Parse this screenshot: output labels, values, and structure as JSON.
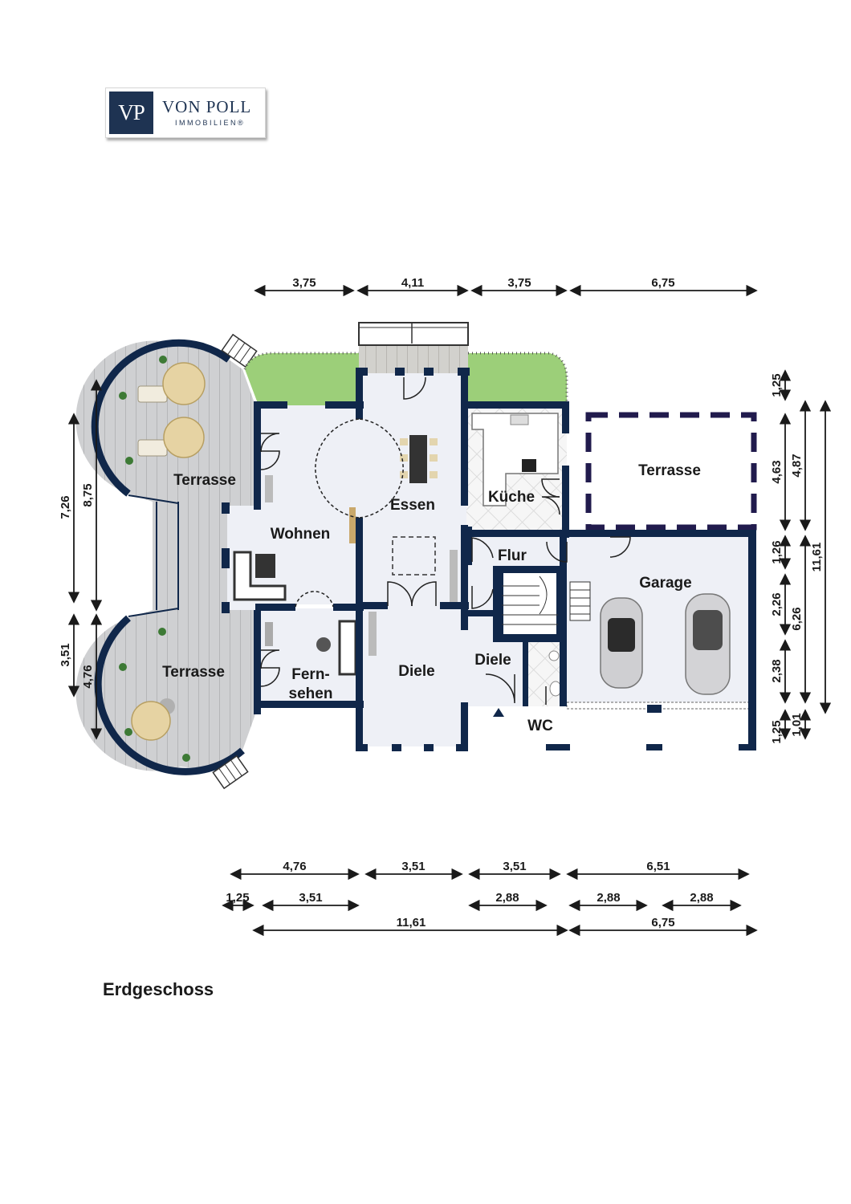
{
  "logo": {
    "mark": "VP",
    "name": "VON POLL",
    "sub": "IMMOBILIEN®"
  },
  "floor_title": "Erdgeschoss",
  "rooms": {
    "terrasse_left_top": "Terrasse",
    "terrasse_left_bottom": "Terrasse",
    "terrasse_right": "Terrasse",
    "wohnen": "Wohnen",
    "essen": "Essen",
    "kueche": "Küche",
    "flur": "Flur",
    "garage": "Garage",
    "fernsehen_1": "Fern-",
    "fernsehen_2": "sehen",
    "diele_main": "Diele",
    "diele_small": "Diele",
    "wc": "WC"
  },
  "dimensions": {
    "top": [
      "3,75",
      "4,11",
      "3,75",
      "6,75"
    ],
    "left_outer": [
      "8,75",
      "4,76"
    ],
    "left_inner": [
      "7,26",
      "3,51"
    ],
    "right_inner": [
      "1,25",
      "4,63",
      "1,26",
      "2,26",
      "2,38",
      "1,25"
    ],
    "right_middle": [
      "4,87",
      "6,26",
      "1,01"
    ],
    "right_outer": "11,61",
    "bottom_row1": [
      "4,76",
      "3,51",
      "3,51",
      "6,51"
    ],
    "bottom_row2": [
      "1,25",
      "3,51",
      "2,88",
      "2,88",
      "2,88"
    ],
    "bottom_row3": [
      "11,61",
      "6,75"
    ]
  },
  "colors": {
    "wall": "#10274a",
    "floor": "#eef0f6",
    "deck": "#cfd0d2",
    "lawn": "#9ccf79",
    "tile": "#f4f4f4",
    "brand": "#1e3352"
  }
}
